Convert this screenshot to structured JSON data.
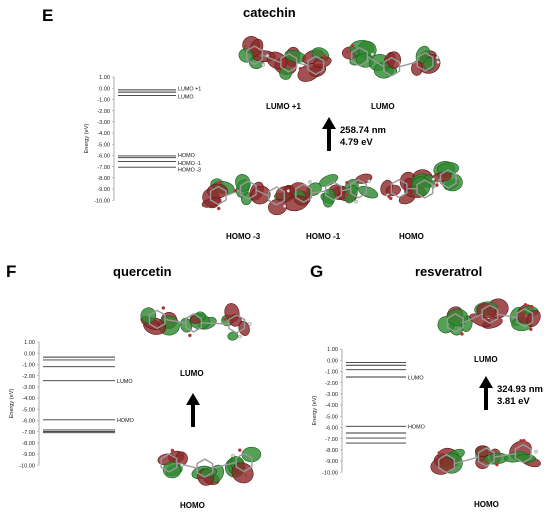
{
  "panels": [
    {
      "id": "E",
      "letter": "E",
      "molecule": "catechin",
      "axis_label": "Energy (eV)",
      "ticks": [
        "1.00",
        "0.00",
        "-1.00",
        "-2.00",
        "-3.00",
        "-4.00",
        "-5.00",
        "-6.00",
        "-7.00",
        "-8.00",
        "-9.00",
        "-10.00"
      ],
      "levels": [
        {
          "energy": -0.15,
          "label": "LUMO +1"
        },
        {
          "energy": -0.35,
          "label": ""
        },
        {
          "energy": -0.65,
          "label": "LUMO"
        },
        {
          "energy": -6.05,
          "label": "HOMO"
        },
        {
          "energy": -6.2,
          "label": ""
        },
        {
          "energy": -6.55,
          "label": "HOMO -1"
        },
        {
          "energy": -7.05,
          "label": "HOMO -3"
        }
      ],
      "orbital_labels": [
        "LUMO +1",
        "LUMO",
        "HOMO -3",
        "HOMO -1",
        "HOMO"
      ],
      "transition": {
        "wavelength": "258.74 nm",
        "energy": "4.79 eV"
      }
    },
    {
      "id": "F",
      "letter": "F",
      "molecule": "quercetin",
      "axis_label": "Energy (eV)",
      "ticks": [
        "1.00",
        "0.00",
        "-1.00",
        "-2.00",
        "-3.00",
        "-4.00",
        "-5.00",
        "-6.00",
        "-7.00",
        "-8.00",
        "-9.00",
        "-10.00"
      ],
      "levels": [
        {
          "energy": -0.35,
          "label": ""
        },
        {
          "energy": -0.6,
          "label": ""
        },
        {
          "energy": -1.2,
          "label": ""
        },
        {
          "energy": -2.45,
          "label": "LUMO"
        },
        {
          "energy": -5.95,
          "label": "HOMO"
        },
        {
          "energy": -6.85,
          "label": ""
        },
        {
          "energy": -7.0,
          "label": ""
        },
        {
          "energy": -7.1,
          "label": ""
        }
      ],
      "orbital_labels": [
        "LUMO",
        "HOMO"
      ],
      "transition": {
        "wavelength": "",
        "energy": ""
      }
    },
    {
      "id": "G",
      "letter": "G",
      "molecule": "resveratrol",
      "axis_label": "Energy (eV)",
      "ticks": [
        "1.00",
        "0.00",
        "-1.00",
        "-2.00",
        "-3.00",
        "-4.00",
        "-5.00",
        "-6.00",
        "-7.00",
        "-8.00",
        "-9.00",
        "-10.00"
      ],
      "levels": [
        {
          "energy": -0.2,
          "label": ""
        },
        {
          "energy": -0.45,
          "label": ""
        },
        {
          "energy": -0.85,
          "label": ""
        },
        {
          "energy": -1.5,
          "label": "LUMO"
        },
        {
          "energy": -5.9,
          "label": "HOMO"
        },
        {
          "energy": -6.5,
          "label": ""
        },
        {
          "energy": -6.95,
          "label": ""
        },
        {
          "energy": -7.4,
          "label": ""
        }
      ],
      "orbital_labels": [
        "LUMO",
        "HOMO"
      ],
      "transition": {
        "wavelength": "324.93 nm",
        "energy": "3.81 eV"
      }
    }
  ],
  "colors": {
    "lobe_red": "#8c2b2b",
    "lobe_red_dark": "#5e1616",
    "lobe_green": "#2f8a32",
    "lobe_green_dark": "#1b5e1e",
    "bond": "#9a9a9a",
    "level_line": "#333333"
  }
}
